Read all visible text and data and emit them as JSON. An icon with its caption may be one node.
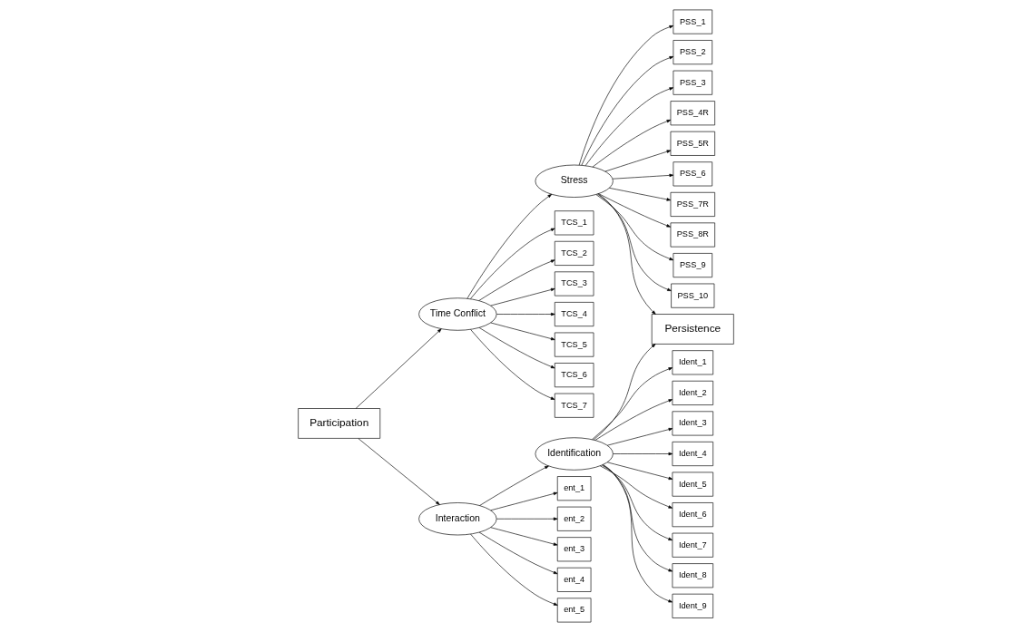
{
  "diagram": {
    "nodes": [
      {
        "text": [
          "Participation"
        ]
      },
      {
        "text": [
          "Time Conflict"
        ]
      },
      {
        "text": [
          "Interaction"
        ]
      },
      {
        "text": [
          "Stress"
        ]
      },
      {
        "text": [
          "Identification"
        ]
      },
      {
        "text": [
          "Persistence"
        ]
      },
      {
        "text": [
          "TCS_1"
        ]
      },
      {
        "text": [
          "TCS_2"
        ]
      },
      {
        "text": [
          "TCS_3"
        ]
      },
      {
        "text": [
          "TCS_4"
        ]
      },
      {
        "text": [
          "TCS_5"
        ]
      },
      {
        "text": [
          "TCS_6"
        ]
      },
      {
        "text": [
          "TCS_7"
        ]
      },
      {
        "text": [
          "PSS_1"
        ]
      },
      {
        "text": [
          "PSS_2"
        ]
      },
      {
        "text": [
          "PSS_3"
        ]
      },
      {
        "text": [
          "PSS_4R"
        ]
      },
      {
        "text": [
          "PSS_5R"
        ]
      },
      {
        "text": [
          "PSS_6"
        ]
      },
      {
        "text": [
          "PSS_7R"
        ]
      },
      {
        "text": [
          "PSS_8R"
        ]
      },
      {
        "text": [
          "PSS_9"
        ]
      },
      {
        "text": [
          "PSS_10"
        ]
      },
      {
        "text": [
          "ent_1"
        ]
      },
      {
        "text": [
          "ent_2"
        ]
      },
      {
        "text": [
          "ent_3"
        ]
      },
      {
        "text": [
          "ent_4"
        ]
      },
      {
        "text": [
          "ent_5"
        ]
      },
      {
        "text": [
          "Ident_1"
        ]
      },
      {
        "text": [
          "Ident_2"
        ]
      },
      {
        "text": [
          "Ident_3"
        ]
      },
      {
        "text": [
          "Ident_4"
        ]
      },
      {
        "text": [
          "Ident_5"
        ]
      },
      {
        "text": [
          "Ident_6"
        ]
      },
      {
        "text": [
          "Ident_7"
        ]
      },
      {
        "text": [
          "Ident_8"
        ]
      },
      {
        "text": [
          "Ident_9"
        ]
      }
    ],
    "edges": [
      {
        "from": 0,
        "to": 1,
        "arrow": "to"
      },
      {
        "from": 0,
        "to": 2,
        "arrow": "to"
      },
      {
        "from": 1,
        "to": 3,
        "arrow": "to"
      },
      {
        "from": 2,
        "to": 4,
        "arrow": "to"
      },
      {
        "from": 3,
        "to": 5,
        "arrow": "to"
      },
      {
        "from": 4,
        "to": 5,
        "arrow": "to"
      },
      {
        "from": 1,
        "to": 6,
        "arrow": "to"
      },
      {
        "from": 1,
        "to": 7,
        "arrow": "to"
      },
      {
        "from": 1,
        "to": 8,
        "arrow": "to"
      },
      {
        "from": 1,
        "to": 9,
        "arrow": "to"
      },
      {
        "from": 1,
        "to": 10,
        "arrow": "to"
      },
      {
        "from": 1,
        "to": 11,
        "arrow": "to"
      },
      {
        "from": 1,
        "to": 12,
        "arrow": "to"
      },
      {
        "from": 3,
        "to": 13,
        "arrow": "to"
      },
      {
        "from": 3,
        "to": 14,
        "arrow": "to"
      },
      {
        "from": 3,
        "to": 15,
        "arrow": "to"
      },
      {
        "from": 3,
        "to": 16,
        "arrow": "to"
      },
      {
        "from": 3,
        "to": 17,
        "arrow": "to"
      },
      {
        "from": 3,
        "to": 18,
        "arrow": "to"
      },
      {
        "from": 3,
        "to": 19,
        "arrow": "to"
      },
      {
        "from": 3,
        "to": 20,
        "arrow": "to"
      },
      {
        "from": 3,
        "to": 21,
        "arrow": "to"
      },
      {
        "from": 3,
        "to": 22,
        "arrow": "to"
      },
      {
        "from": 2,
        "to": 23,
        "arrow": "to"
      },
      {
        "from": 2,
        "to": 24,
        "arrow": "to"
      },
      {
        "from": 2,
        "to": 25,
        "arrow": "to"
      },
      {
        "from": 2,
        "to": 26,
        "arrow": "to"
      },
      {
        "from": 2,
        "to": 27,
        "arrow": "to"
      },
      {
        "from": 4,
        "to": 28,
        "arrow": "to"
      },
      {
        "from": 4,
        "to": 29,
        "arrow": "to"
      },
      {
        "from": 4,
        "to": 30,
        "arrow": "to"
      },
      {
        "from": 4,
        "to": 31,
        "arrow": "to"
      },
      {
        "from": 4,
        "to": 32,
        "arrow": "to"
      },
      {
        "from": 4,
        "to": 33,
        "arrow": "to"
      },
      {
        "from": 4,
        "to": 34,
        "arrow": "to"
      },
      {
        "from": 4,
        "to": 35,
        "arrow": "to"
      },
      {
        "from": 4,
        "to": 36,
        "arrow": "to"
      }
    ]
  }
}
